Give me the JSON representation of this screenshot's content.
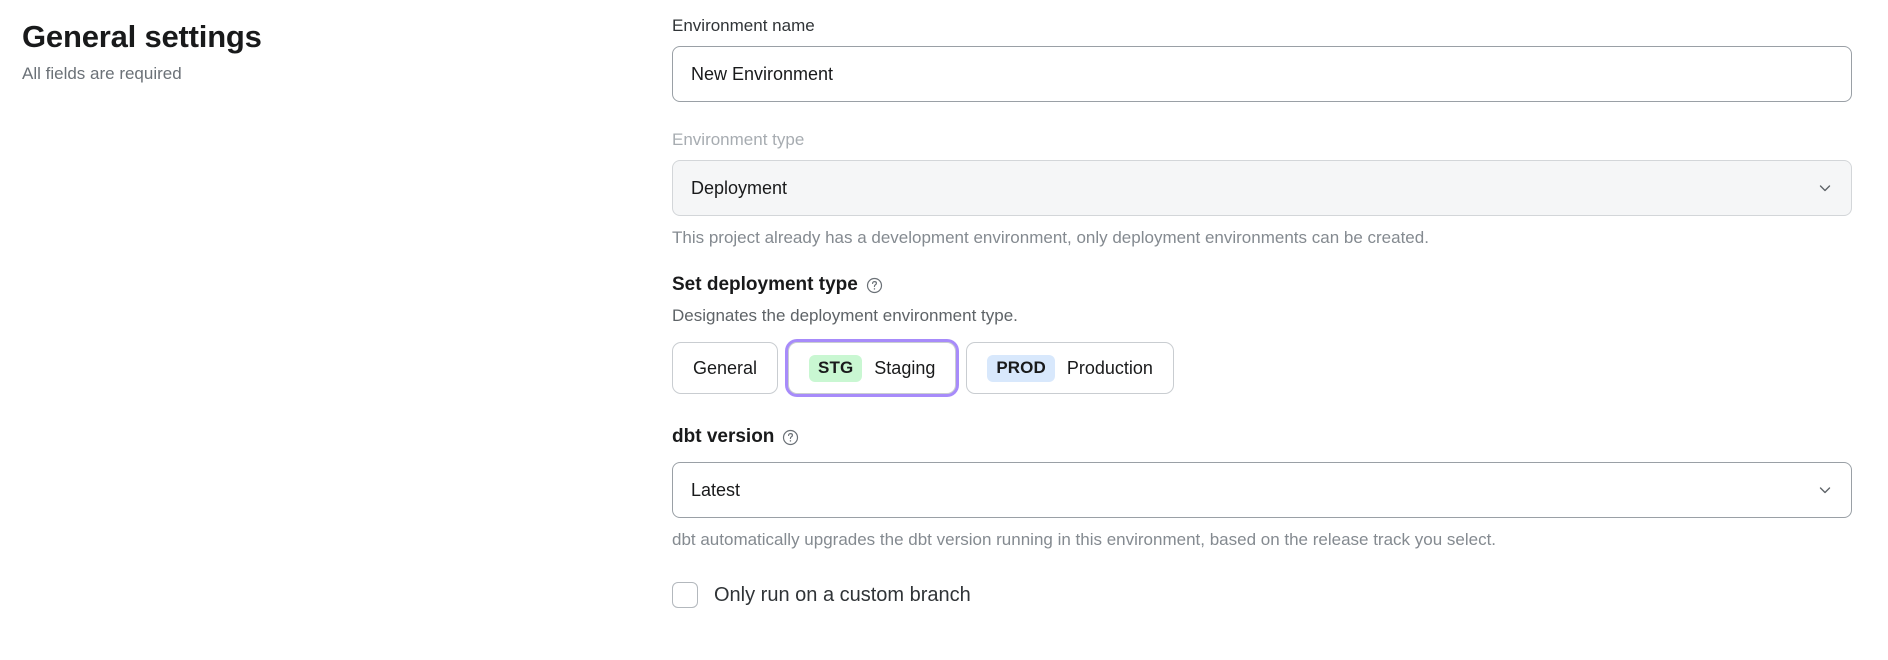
{
  "header": {
    "title": "General settings",
    "subtitle": "All fields are required"
  },
  "form": {
    "environment_name": {
      "label": "Environment name",
      "value": "New Environment",
      "placeholder": "Environment name"
    },
    "environment_type": {
      "label": "Environment type",
      "value": "Deployment",
      "disabled": true,
      "chevron_icon": "chevron-down-icon",
      "helper": "This project already has a development environment, only deployment environments can be created."
    },
    "deployment_type": {
      "title": "Set deployment type",
      "help_icon": "question-circle-icon",
      "description": "Designates the deployment environment type.",
      "options": [
        {
          "badge": "",
          "label": "General",
          "badge_bg": "",
          "selected": false,
          "focused": false
        },
        {
          "badge": "STG",
          "label": "Staging",
          "badge_bg": "#c9f7d2",
          "selected": true,
          "focused": true
        },
        {
          "badge": "PROD",
          "label": "Production",
          "badge_bg": "#d8e8fc",
          "selected": false,
          "focused": false
        }
      ]
    },
    "dbt_version": {
      "label": "dbt version",
      "help_icon": "question-circle-icon",
      "value": "Latest",
      "chevron_icon": "chevron-down-icon",
      "helper": "dbt automatically upgrades the dbt version running in this environment, based on the release track you select."
    },
    "custom_branch": {
      "label": "Only run on a custom branch",
      "checked": false
    }
  },
  "colors": {
    "focus_ring": "#a78bfa",
    "staging_badge": "#c9f7d2",
    "production_badge": "#d8e8fc",
    "text_primary": "#191a1b",
    "text_muted": "#848a90"
  }
}
